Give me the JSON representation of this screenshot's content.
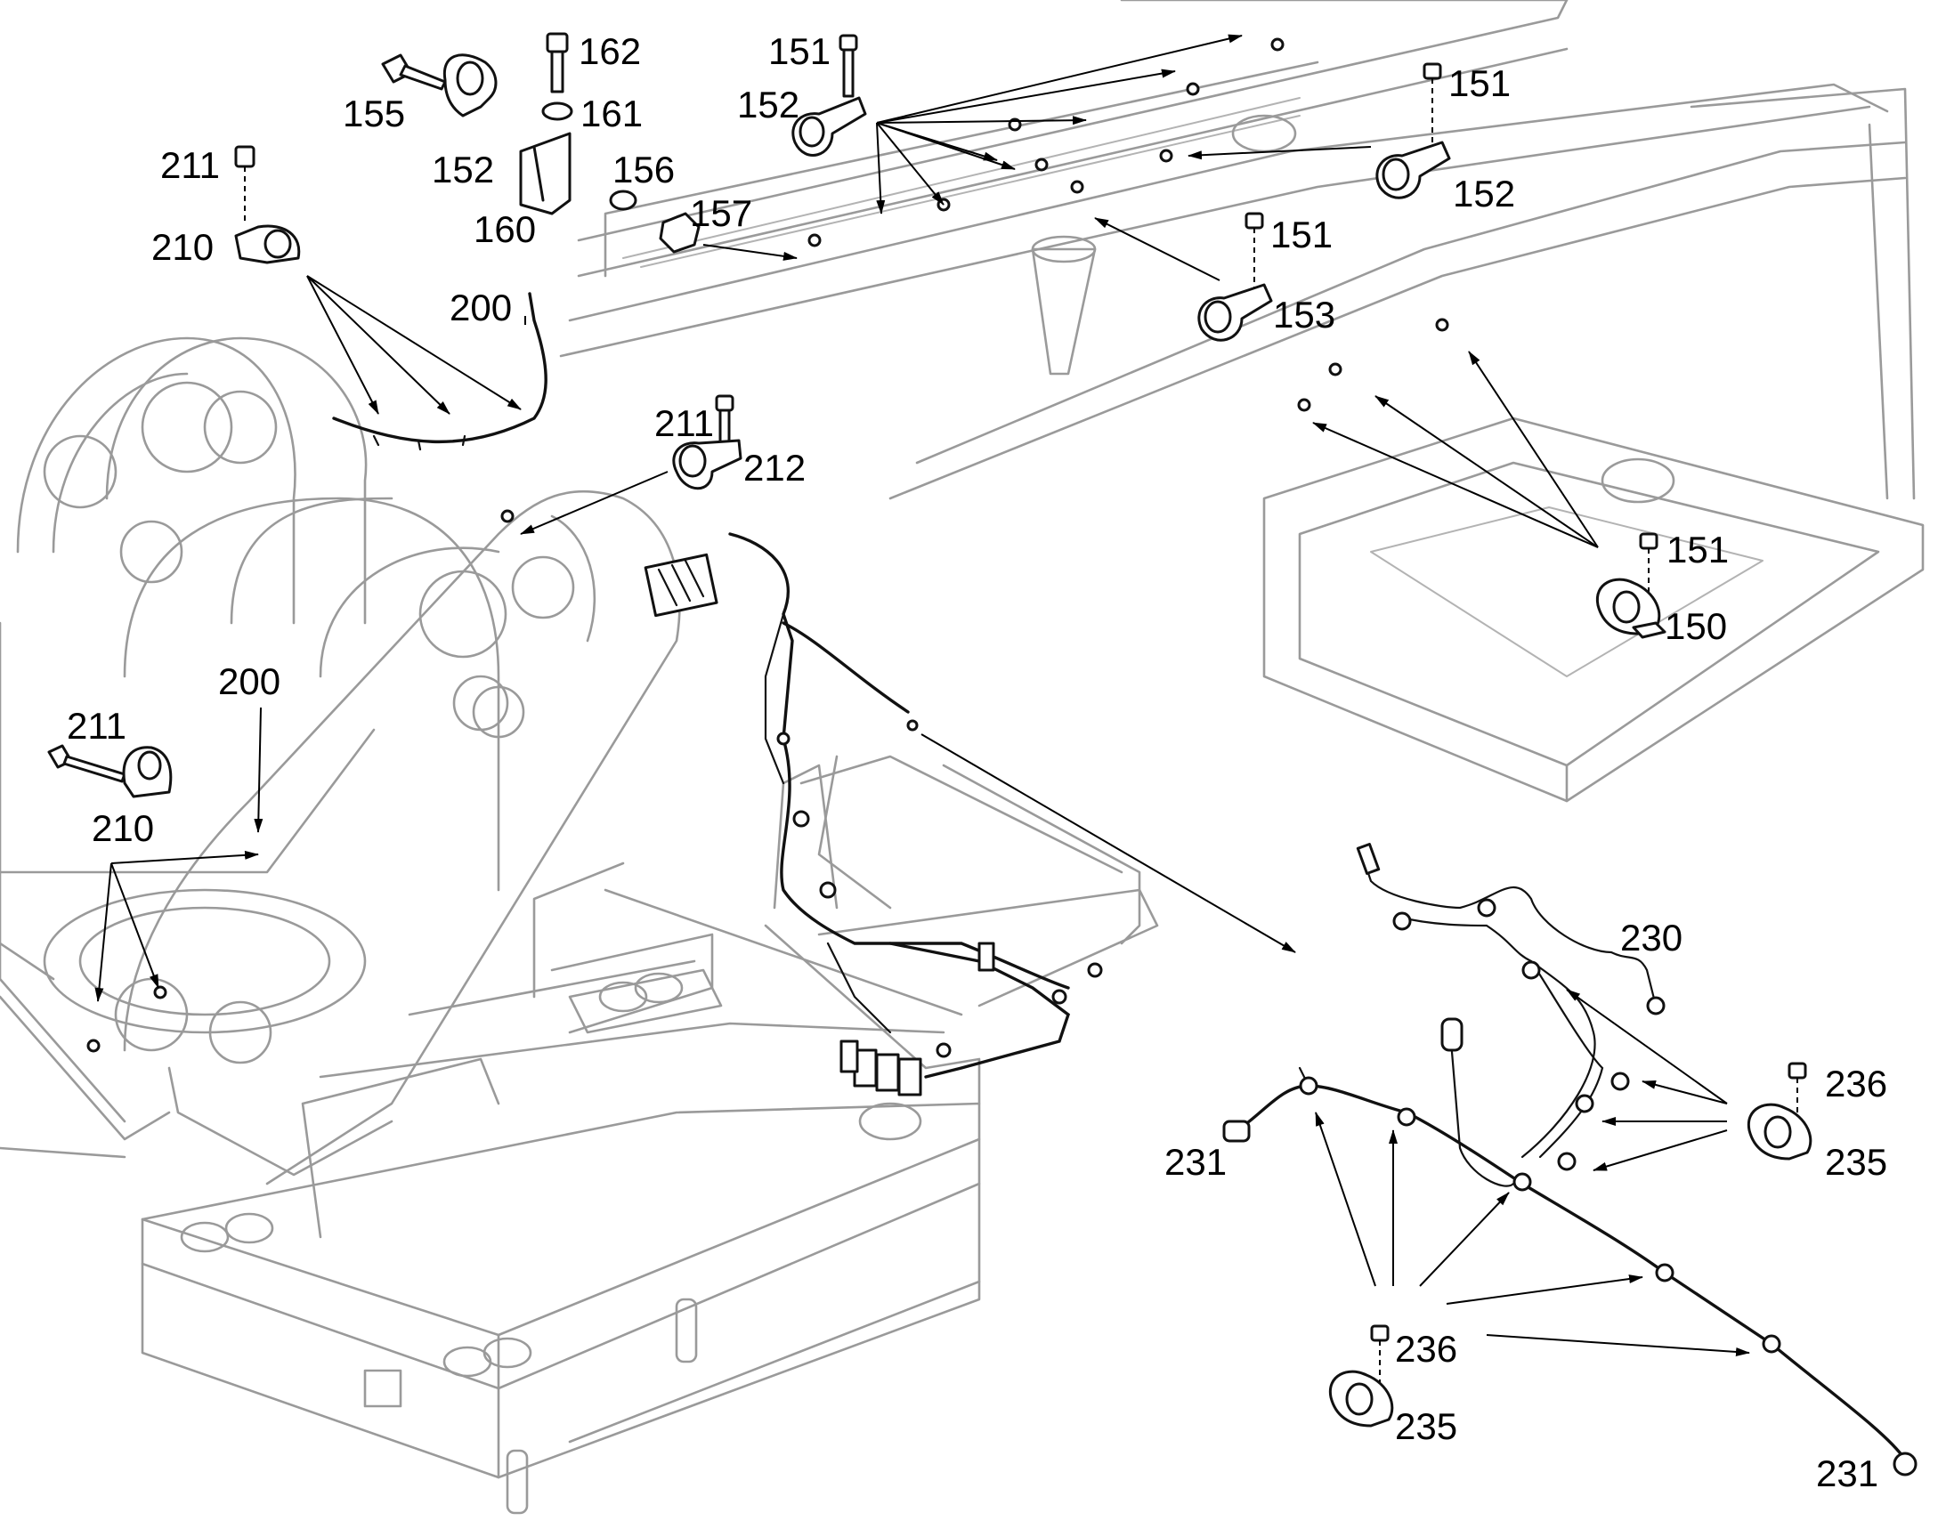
{
  "labels": {
    "l162": "162",
    "l155": "155",
    "l161": "161",
    "l152a": "152",
    "l156": "156",
    "l160": "160",
    "l157": "157",
    "l211a": "211",
    "l210a": "210",
    "l151a": "151",
    "l152b": "152",
    "l151b": "151",
    "l152c": "152",
    "l151c": "151",
    "l153": "153",
    "l200a": "200",
    "l211b": "211",
    "l212": "212",
    "l151d": "151",
    "l150": "150",
    "l200b": "200",
    "l211c": "211",
    "l210b": "210",
    "l230": "230",
    "l236a": "236",
    "l235a": "235",
    "l231a": "231",
    "l236b": "236",
    "l235b": "235",
    "l231b": "231"
  },
  "colors": {
    "ink": "#000000",
    "frame": "#9a9a9a",
    "background": "#ffffff"
  }
}
